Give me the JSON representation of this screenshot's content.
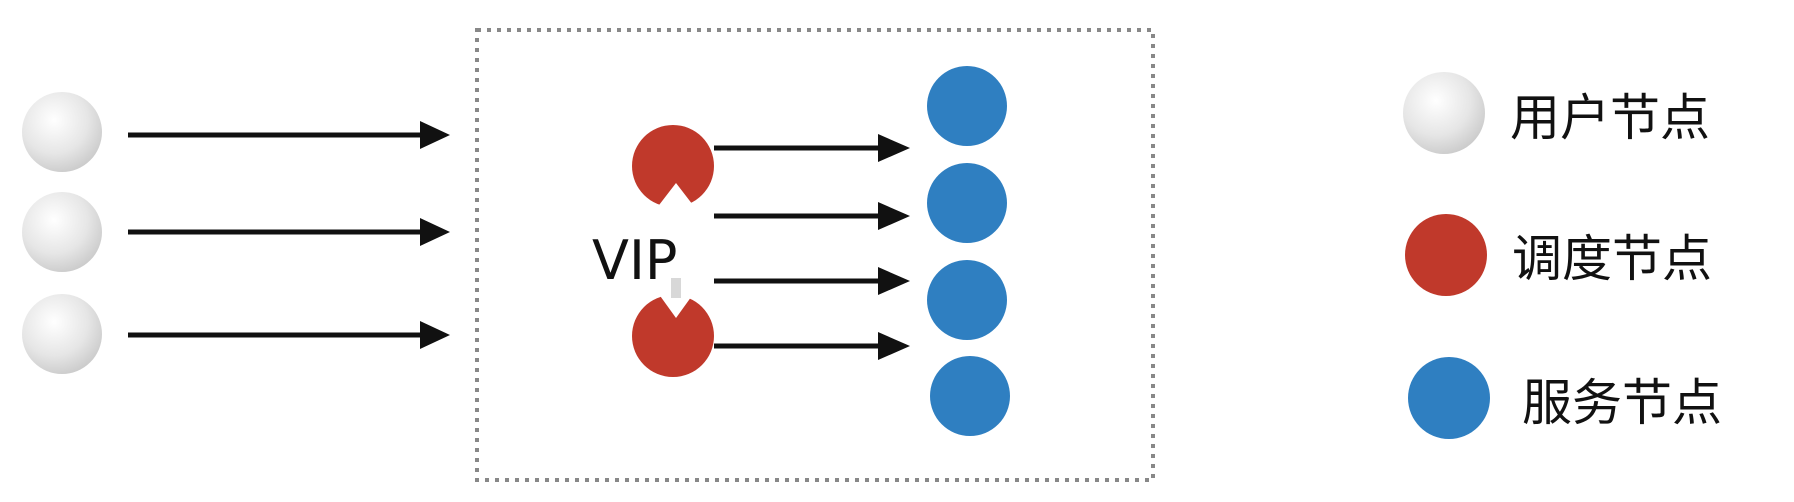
{
  "diagram": {
    "vip_label": "VIP",
    "legend": [
      {
        "key": "user",
        "label": "用户节点",
        "color": "#d9d9d9"
      },
      {
        "key": "scheduler",
        "label": "调度节点",
        "color": "#c0392b"
      },
      {
        "key": "service",
        "label": "服务节点",
        "color": "#2f7fc1"
      }
    ]
  },
  "colors": {
    "user_node": "#d9d9d9",
    "scheduler_node": "#c0392b",
    "service_node": "#2f7fc1",
    "arrow": "#111111",
    "boundary": "#888888"
  }
}
